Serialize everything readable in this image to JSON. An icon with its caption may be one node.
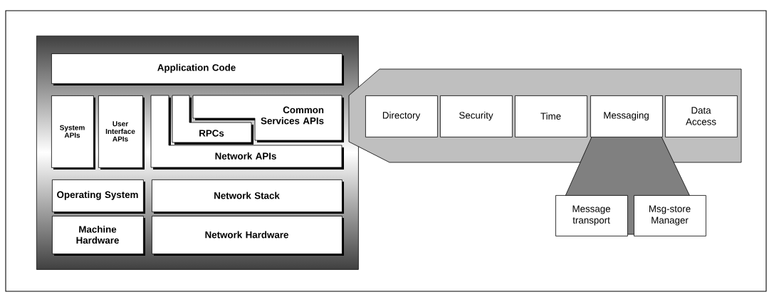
{
  "diagram": {
    "nodes": [
      {
        "text": [],
        "shape": "box"
      },
      {
        "text": [
          "Application Code"
        ],
        "in": 0
      },
      {
        "text": [
          "System APIs"
        ],
        "in": 0
      },
      {
        "text": [
          "User Interface APIs"
        ],
        "in": 0
      },
      {
        "text": [
          "Network APIs"
        ],
        "in": 0
      },
      {
        "text": [
          "RPCs"
        ],
        "in": 0
      },
      {
        "text": [
          "Common Services APIs"
        ],
        "in": 0
      },
      {
        "text": [
          "Operating System"
        ],
        "in": 0
      },
      {
        "text": [
          "Network Stack"
        ],
        "in": 0
      },
      {
        "text": [
          "Machine Hardware"
        ],
        "in": 0
      },
      {
        "text": [
          "Network Hardware"
        ],
        "in": 0
      },
      {
        "text": [],
        "shape": "callout"
      },
      {
        "text": [
          "Directory"
        ],
        "in": 11
      },
      {
        "text": [
          "Security"
        ],
        "in": 11
      },
      {
        "text": [
          "Time"
        ],
        "in": 11
      },
      {
        "text": [
          "Messaging"
        ],
        "in": 11
      },
      {
        "text": [
          "Data Access"
        ],
        "in": 11
      },
      {
        "text": [
          "Message transport"
        ]
      },
      {
        "text": [
          "Msg-store Manager"
        ]
      }
    ]
  }
}
